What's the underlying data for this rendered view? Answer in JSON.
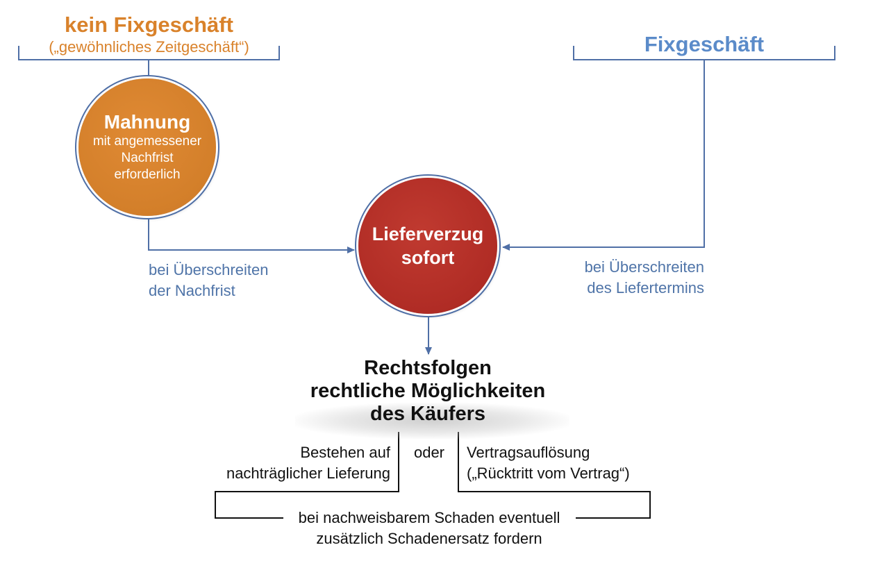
{
  "left_branch": {
    "title": "kein Fixgeschäft",
    "subtitle": "(„gewöhnliches Zeitgeschäft“)",
    "circle_title": "Mahnung",
    "circle_line1": "mit angemessener",
    "circle_line2": "Nachfrist",
    "circle_line3": "erforderlich",
    "edge_label_line1": "bei Überschreiten",
    "edge_label_line2": "der Nachfrist"
  },
  "right_branch": {
    "title": "Fixgeschäft",
    "edge_label_line1": "bei Überschreiten",
    "edge_label_line2": "des Liefertermins"
  },
  "center_circle": {
    "line1": "Lieferverzug",
    "line2": "sofort"
  },
  "consequences": {
    "line1": "Rechtsfolgen",
    "line2": "rechtliche Möglichkeiten",
    "line3": "des Käufers"
  },
  "options": {
    "left_line1": "Bestehen auf",
    "left_line2": "nachträglicher Lieferung",
    "separator": "oder",
    "right_line1": "Vertragsauflösung",
    "right_line2": "(„Rücktritt vom Vertrag“)"
  },
  "footer": {
    "line1": "bei nachweisbarem Schaden eventuell",
    "line2": "zusätzlich Schadenersatz fordern"
  },
  "colors": {
    "orange": "#d9822b",
    "blue": "#5b8bc9",
    "line_blue": "#4f6fa6",
    "red": "#b02c25"
  }
}
